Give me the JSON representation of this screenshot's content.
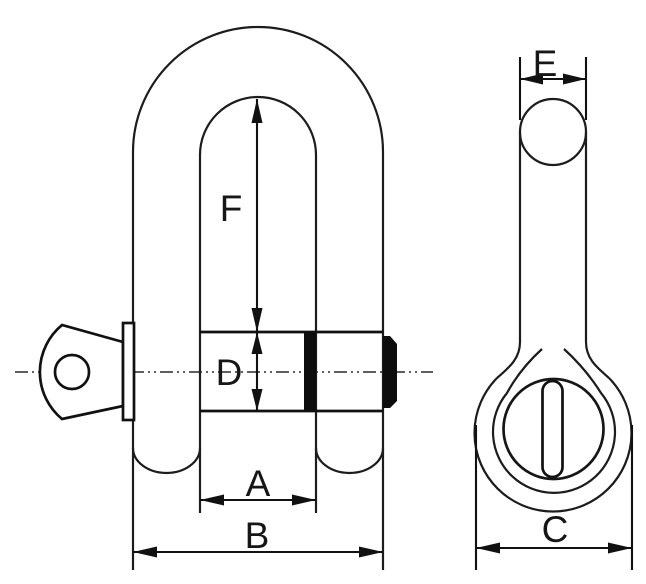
{
  "drawing": {
    "description": "Dimensional line drawing of a screw-pin dee shackle, front view and side view",
    "colors": {
      "line": "#1c1c1c",
      "background": "#ffffff",
      "solid_fill": "#0d0d0d"
    },
    "labels": {
      "a": "A",
      "b": "B",
      "c": "C",
      "d": "D",
      "e": "E",
      "f": "F"
    }
  }
}
